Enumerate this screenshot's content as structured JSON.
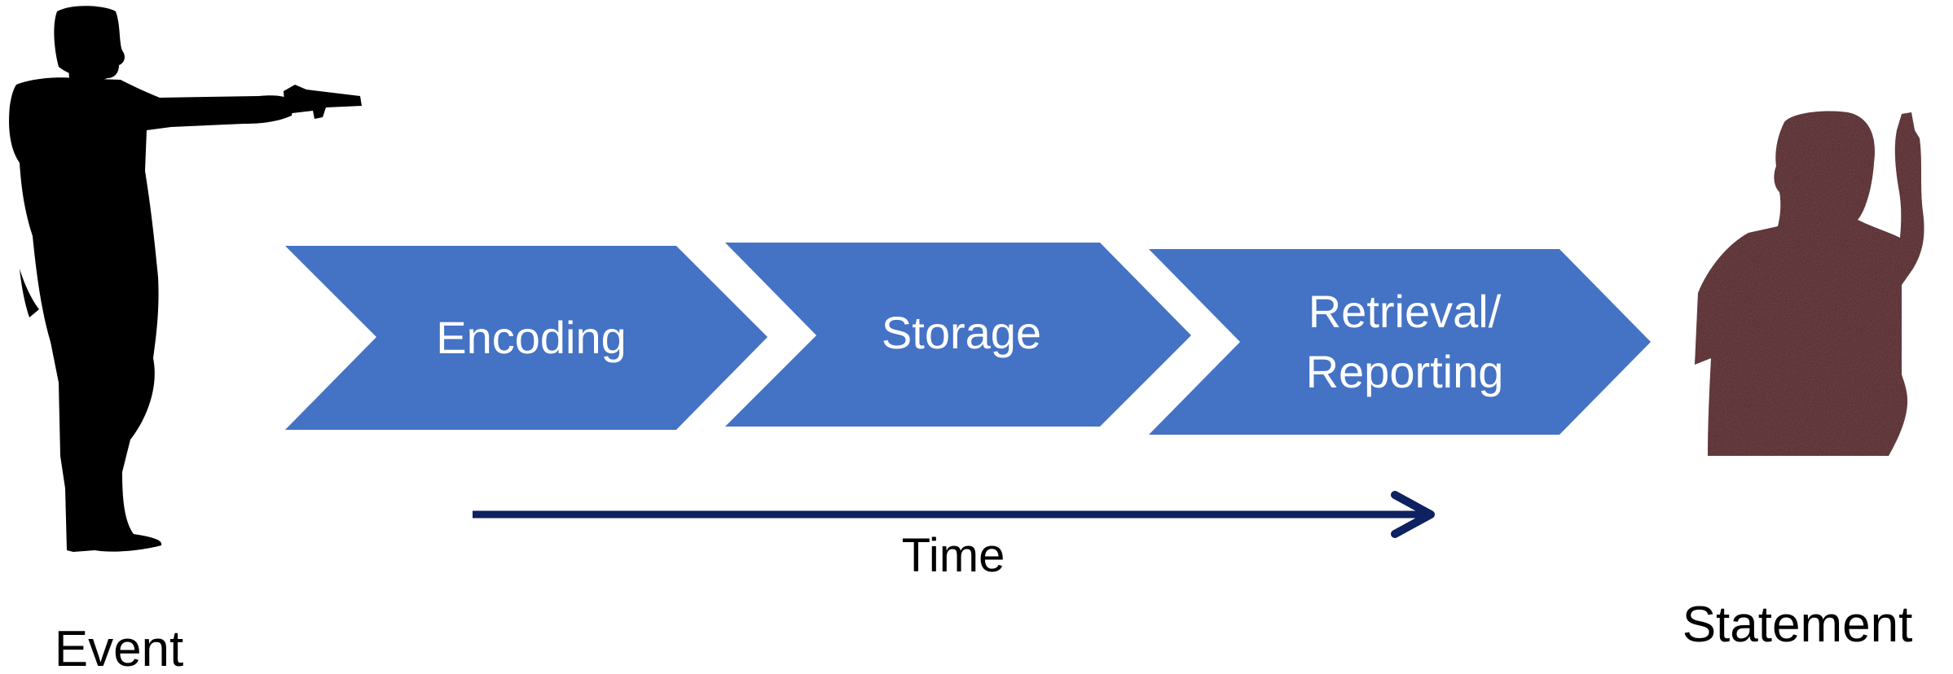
{
  "stages": [
    {
      "lines": [
        "Encoding"
      ]
    },
    {
      "lines": [
        "Storage"
      ]
    },
    {
      "lines": [
        "Retrieval/",
        "Reporting"
      ]
    }
  ],
  "timeline": {
    "label": "Time"
  },
  "event": {
    "label": "Event"
  },
  "statement": {
    "label": "Statement"
  },
  "colors": {
    "chevron": "#4472c4",
    "chevron_text": "#ffffff",
    "time_arrow": "#0e2160",
    "shooter": "#000000",
    "witness": "#3a1a1e"
  },
  "icons": {
    "event": "shooter-silhouette-icon",
    "statement": "witness-silhouette-icon"
  }
}
